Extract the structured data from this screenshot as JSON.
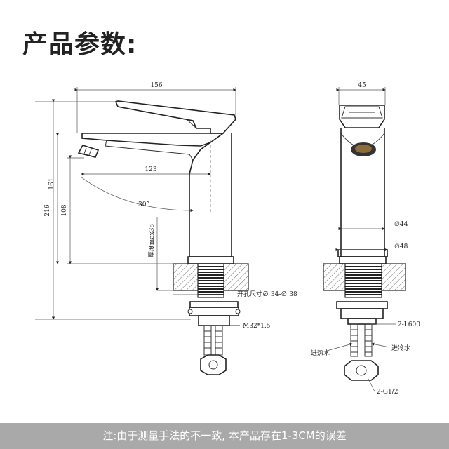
{
  "header": {
    "title": "产品参数:"
  },
  "footer": {
    "note": "注:由于测量手法的不一致, 本产品存在1-3CM的误差"
  },
  "dimensions": {
    "total_width": "156",
    "total_height": "216",
    "spout_height": "161",
    "outlet_height": "108",
    "spout_reach": "123",
    "spout_angle": "30°",
    "counter_thickness": "厚度max35",
    "hole_size": "开孔尺寸∅ 34-∅ 38",
    "thread": "M32*1.5",
    "side_width": "45",
    "body_diameter": "∅44",
    "base_diameter": "∅48",
    "hose": "2-L600",
    "hot_inlet": "进热水",
    "cold_inlet": "进冷水",
    "connector": "2-G1/2"
  }
}
